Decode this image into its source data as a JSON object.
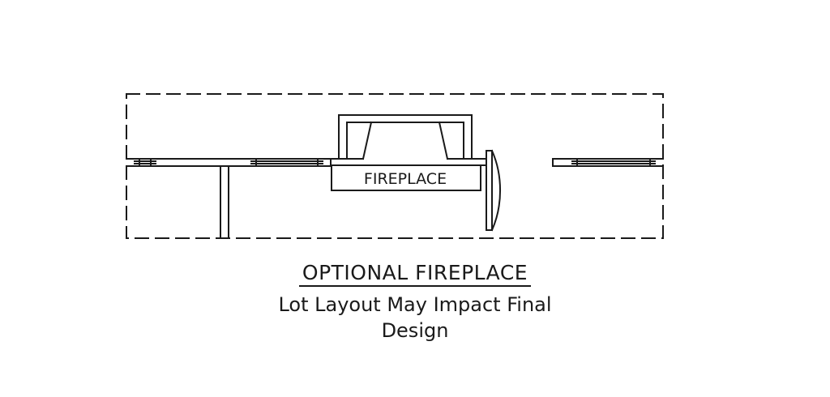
{
  "drawing": {
    "fireplace_label": "FIREPLACE",
    "line_color": "#1a1a1a",
    "background": "#ffffff"
  },
  "caption": {
    "title": "OPTIONAL FIREPLACE",
    "note_line1": "Lot Layout May Impact Final",
    "note_line2": "Design"
  }
}
